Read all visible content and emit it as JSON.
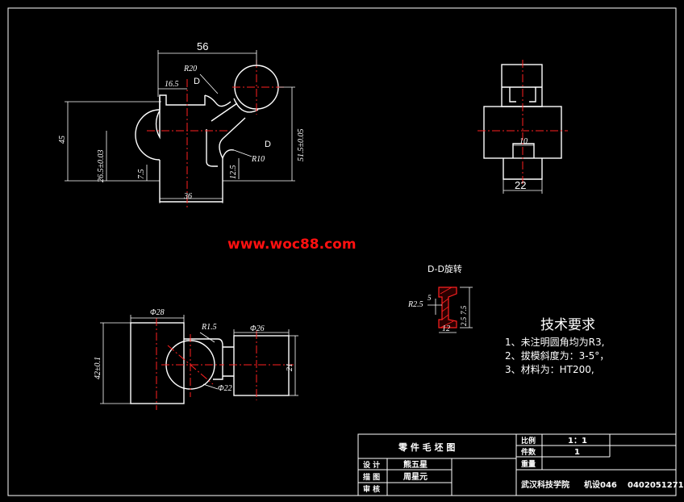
{
  "colors": {
    "background": "#000000",
    "line": "#ffffff",
    "centerline": "#ff2020",
    "hatch": "#ff2020",
    "watermark": "#ff1010"
  },
  "front_view": {
    "dim_56": "56",
    "dim_r20": "R20",
    "dim_16_5": "16.5",
    "label_d1": "D",
    "label_d2": "D",
    "dim_45": "45",
    "dim_26_5": "26.5±0.03",
    "dim_7_5": "7.5",
    "dim_12_5": "12.5",
    "dim_r10": "R10",
    "dim_51_5": "51.5±0.05",
    "dim_36": "36"
  },
  "side_view": {
    "dim_10": "10",
    "dim_22": "22"
  },
  "watermark": "www.woc88.com",
  "section_view": {
    "title": "D-D旋转",
    "dim_r2_5": "R2.5",
    "dim_5": "5",
    "dim_7_5": "7.5",
    "dim_2_5": "2.5",
    "dim_12": "12"
  },
  "top_view": {
    "dim_phi28": "Φ28",
    "dim_r1_5": "R1.5",
    "dim_phi26": "Φ26",
    "dim_42": "42±0.1",
    "dim_phi22": "Φ22",
    "dim_21": "21"
  },
  "tech_requirements": {
    "title": "技术要求",
    "items": [
      "1、未注明圆角均为R3,",
      "2、拔模斜度为：3-5°，",
      "3、材料为：HT200,"
    ]
  },
  "title_block": {
    "drawing_name": "零 件 毛 坯 图",
    "scale_label": "比例",
    "scale_value": "1：1",
    "qty_label": "件数",
    "qty_value": "1",
    "weight_label": "重量",
    "design_label": "设 计",
    "designer": "熊五星",
    "drafting_label": "描 图",
    "drafter": "周星元",
    "review_label": "审 核",
    "school": "武汉科技学院",
    "class": "机设046",
    "student_id": "0402051271"
  }
}
